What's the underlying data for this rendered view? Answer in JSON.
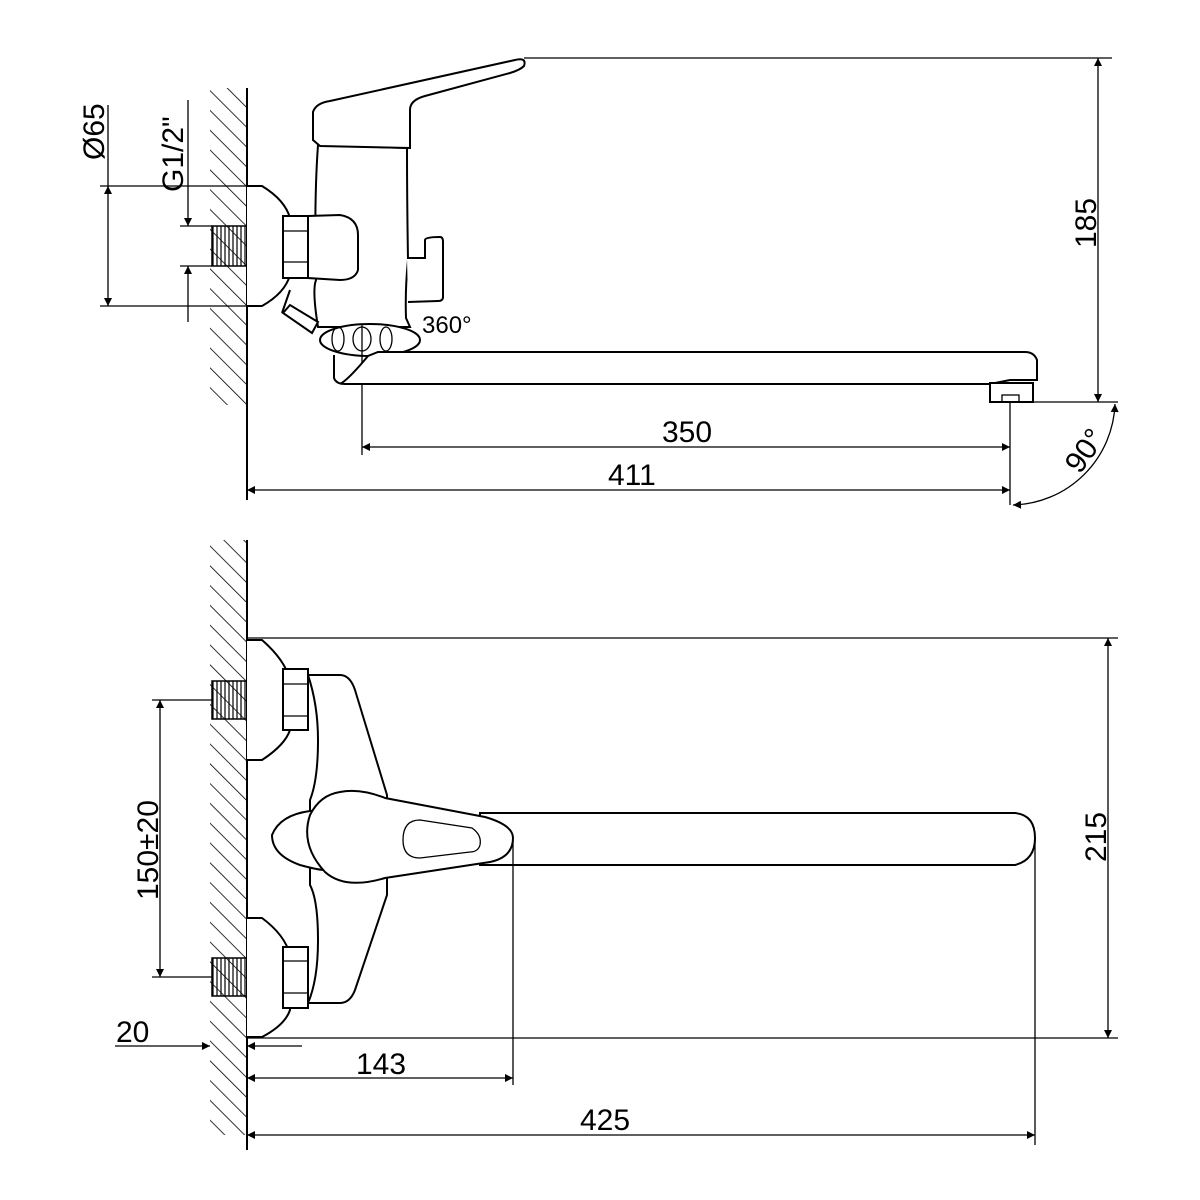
{
  "side_view": {
    "diameter_label": "Ø65",
    "thread_label": "G1/2\"",
    "rotation_label": "360°",
    "height_label": "185",
    "spout_reach_label": "350",
    "total_reach_label": "411",
    "swivel_angle_label": "90°"
  },
  "front_view": {
    "inlet_spacing_label": "150±20",
    "height_label": "215",
    "wall_offset_label": "20",
    "handle_reach_label": "143",
    "total_reach_label": "425"
  },
  "colors": {
    "line": "#000000",
    "background": "#ffffff"
  }
}
